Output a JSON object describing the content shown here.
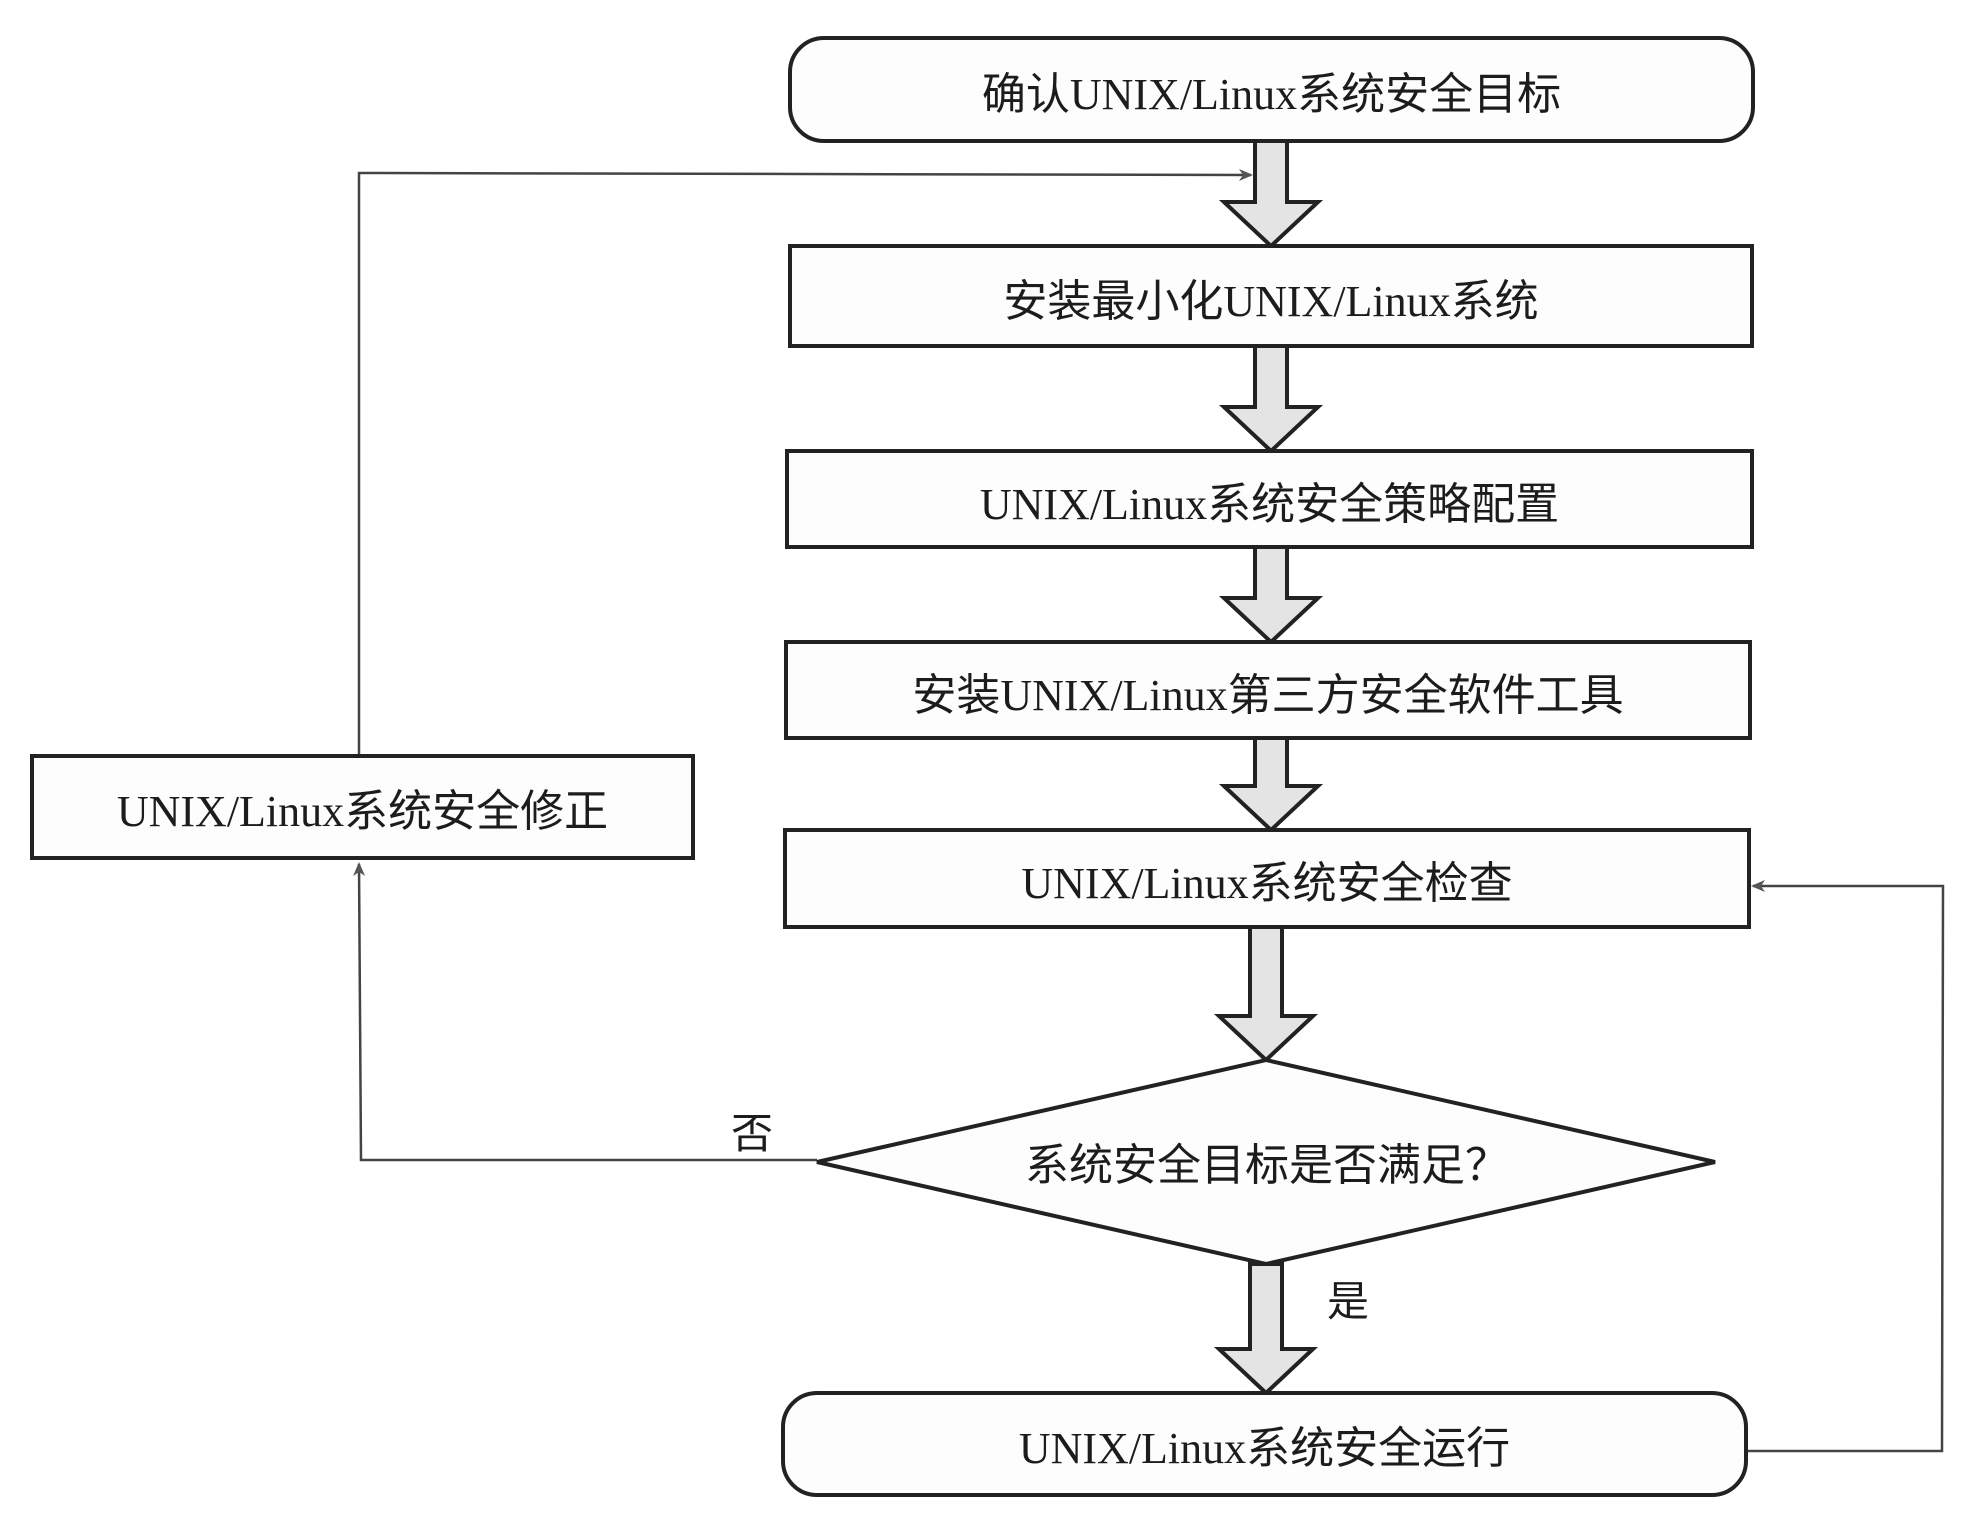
{
  "diagram": {
    "type": "flowchart",
    "colors": {
      "stroke": "#222222",
      "node_fill": "#fdfdfd",
      "block_arrow_fill": "#e4e4e4",
      "thin_line": "#444444",
      "background": "#ffffff"
    },
    "nodes": [
      {
        "id": "n1",
        "shape": "rounded-rect",
        "label": "确认UNIX/Linux系统安全目标"
      },
      {
        "id": "n2",
        "shape": "rect",
        "label": "安装最小化UNIX/Linux系统"
      },
      {
        "id": "n3",
        "shape": "rect",
        "label": "UNIX/Linux系统安全策略配置"
      },
      {
        "id": "n4",
        "shape": "rect",
        "label": "安装UNIX/Linux第三方安全软件工具"
      },
      {
        "id": "n5",
        "shape": "rect",
        "label": "UNIX/Linux系统安全检查"
      },
      {
        "id": "n6",
        "shape": "diamond",
        "label": "系统安全目标是否满足？"
      },
      {
        "id": "n7",
        "shape": "rounded-rect",
        "label": "UNIX/Linux系统安全运行"
      },
      {
        "id": "n8",
        "shape": "rect",
        "label": "UNIX/Linux系统安全修正"
      }
    ],
    "edges": [
      {
        "from": "n1",
        "to": "n2",
        "style": "block-arrow",
        "label": ""
      },
      {
        "from": "n2",
        "to": "n3",
        "style": "block-arrow",
        "label": ""
      },
      {
        "from": "n3",
        "to": "n4",
        "style": "block-arrow",
        "label": ""
      },
      {
        "from": "n4",
        "to": "n5",
        "style": "block-arrow",
        "label": ""
      },
      {
        "from": "n5",
        "to": "n6",
        "style": "block-arrow",
        "label": ""
      },
      {
        "from": "n6",
        "to": "n7",
        "style": "block-arrow",
        "label": "是"
      },
      {
        "from": "n6",
        "to": "n8",
        "style": "thin-arrow",
        "label": "否"
      },
      {
        "from": "n8",
        "to": "n2",
        "style": "thin-arrow",
        "label": ""
      },
      {
        "from": "n7",
        "to": "n5",
        "style": "thin-arrow",
        "label": ""
      }
    ]
  }
}
